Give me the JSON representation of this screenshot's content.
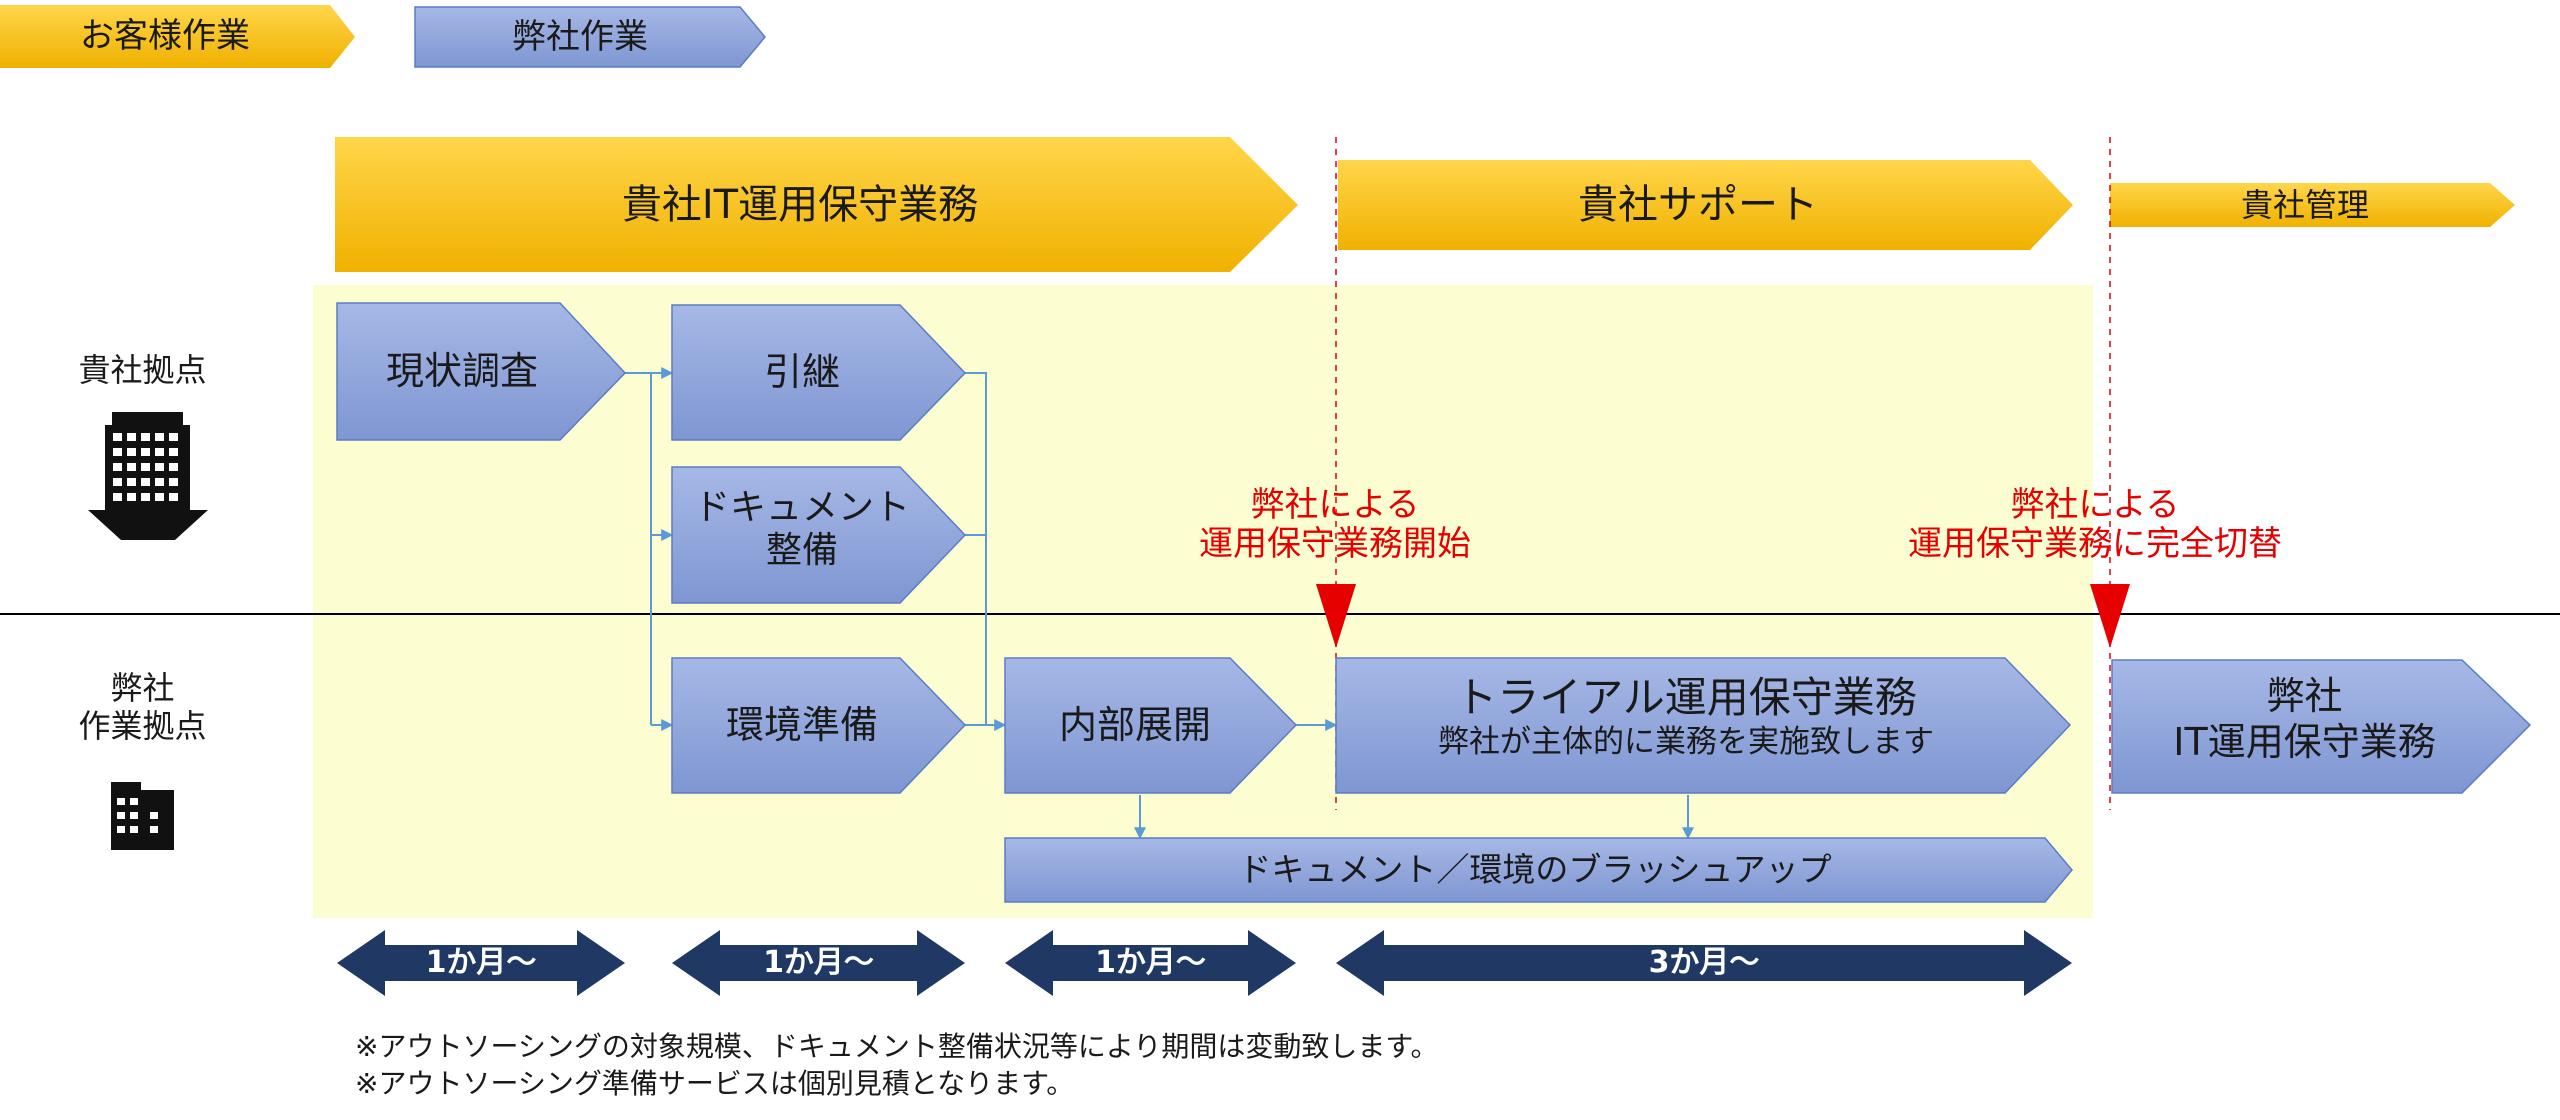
{
  "legend": {
    "customer": "お客様作業",
    "ours": "弊社作業"
  },
  "phases": {
    "p1": "貴社IT運用保守業務",
    "p2": "貴社サポート",
    "p3": "貴社管理"
  },
  "locations": {
    "client": "貴社拠点",
    "ours_line1": "弊社",
    "ours_line2": "作業拠点"
  },
  "tasks": {
    "survey": "現状調査",
    "handover": "引継",
    "doc_line1": "ドキュメント",
    "doc_line2": "整備",
    "env": "環境準備",
    "internal": "内部展開",
    "trial_title": "トライアル運用保守業務",
    "trial_sub": "弊社が主体的に業務を実施致します",
    "final_line1": "弊社",
    "final_line2": "IT運用保守業務",
    "brushup": "ドキュメント／環境のブラッシュアップ"
  },
  "milestones": {
    "m1_line1": "弊社による",
    "m1_line2": "運用保守業務開始",
    "m2_line1": "弊社による",
    "m2_line2": "運用保守業務に完全切替"
  },
  "durations": [
    "1か月～",
    "1か月～",
    "1か月～",
    "3か月～"
  ],
  "notes": [
    "※アウトソーシングの対象規模、ドキュメント整備状況等により期間は変動致します。",
    "※アウトソーシング準備サービスは個別見積となります。"
  ],
  "colors": {
    "gold": "#f5bd17",
    "blue_box": "#8fa3d9",
    "blue_border": "#5b7cc4",
    "pale_yellow": "#fdfdd2",
    "navy": "#1f3864",
    "red": "#e60000"
  }
}
